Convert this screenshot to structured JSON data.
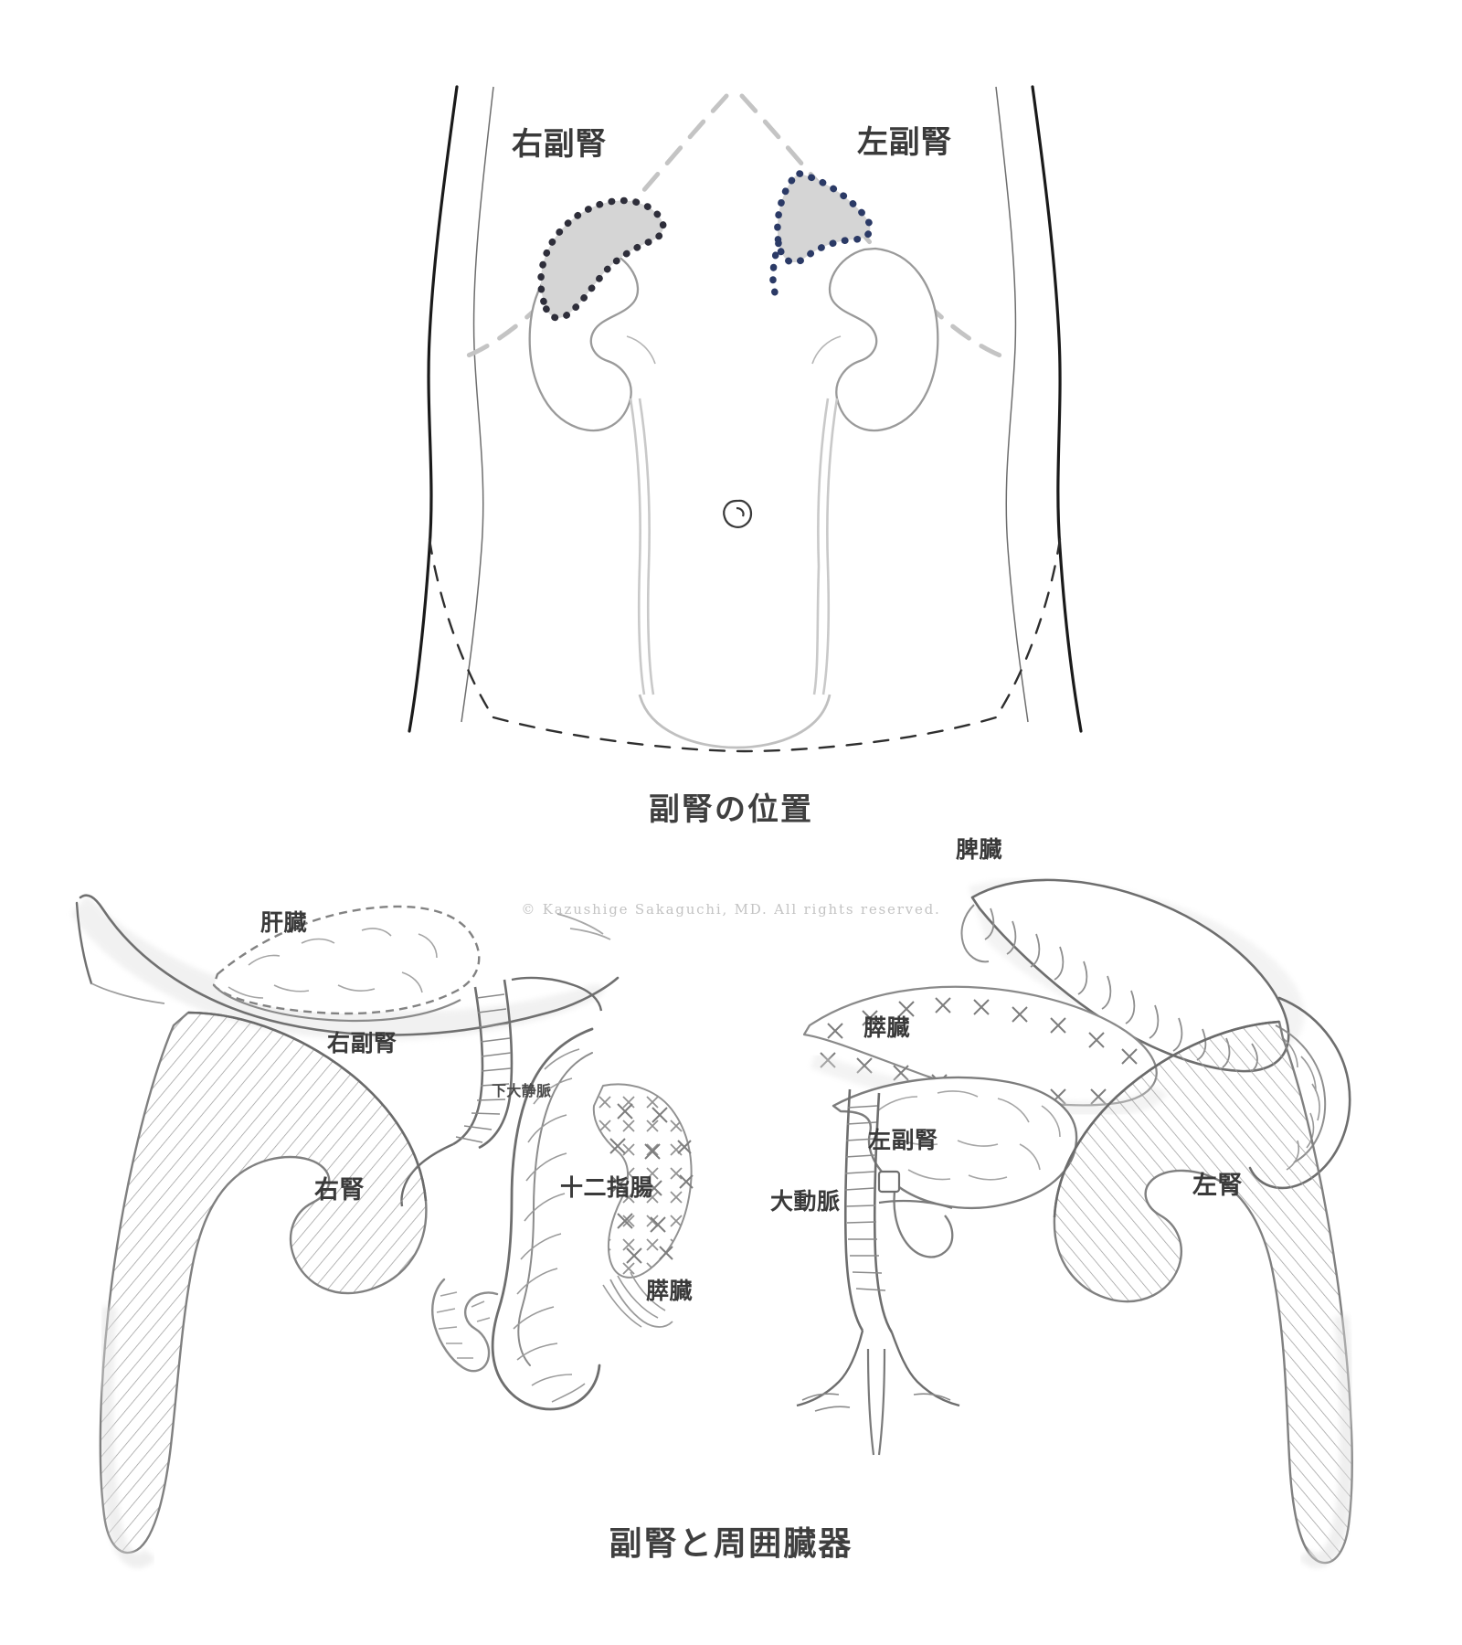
{
  "figures": [
    {
      "id": "adrenal-location",
      "caption": "副腎の位置",
      "labels": {
        "right_adrenal": "右副腎",
        "left_adrenal": "左副腎"
      }
    },
    {
      "id": "adrenal-and-surrounding-organs",
      "caption": "副腎と周囲臓器",
      "labels": {
        "liver": "肝臓",
        "right_adrenal": "右副腎",
        "inferior_vena_cava": "下大静脈",
        "right_kidney": "右腎",
        "duodenum": "十二指腸",
        "pancreas_left_panel": "膵臓",
        "spleen": "脾臓",
        "pancreas_right_panel": "膵臓",
        "left_adrenal": "左副腎",
        "aorta": "大動脈",
        "left_kidney": "左腎"
      }
    }
  ],
  "copyright": "© Kazushige Sakaguchi, MD. All rights reserved.",
  "colors": {
    "adrenal_fill": "#d5d5d5",
    "adrenal_dots_right": "#2e2e3a",
    "adrenal_dots_left": "#2b3a66",
    "body_outline": "#1a1a1a",
    "organ_outline": "#9a9a9a",
    "sketch_line": "#7d7d7d",
    "shadow_grey": "#e2e2e2",
    "label_text": "#3a3a3a",
    "copyright_text": "#c3c3c3"
  }
}
